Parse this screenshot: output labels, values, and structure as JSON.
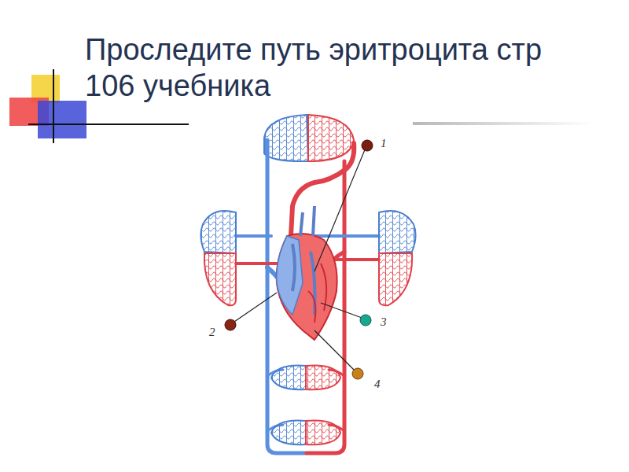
{
  "diagram": {
    "title": "Проследите путь эритроцита стр 106 учебника",
    "labels": [
      "1",
      "2",
      "3",
      "4"
    ]
  }
}
